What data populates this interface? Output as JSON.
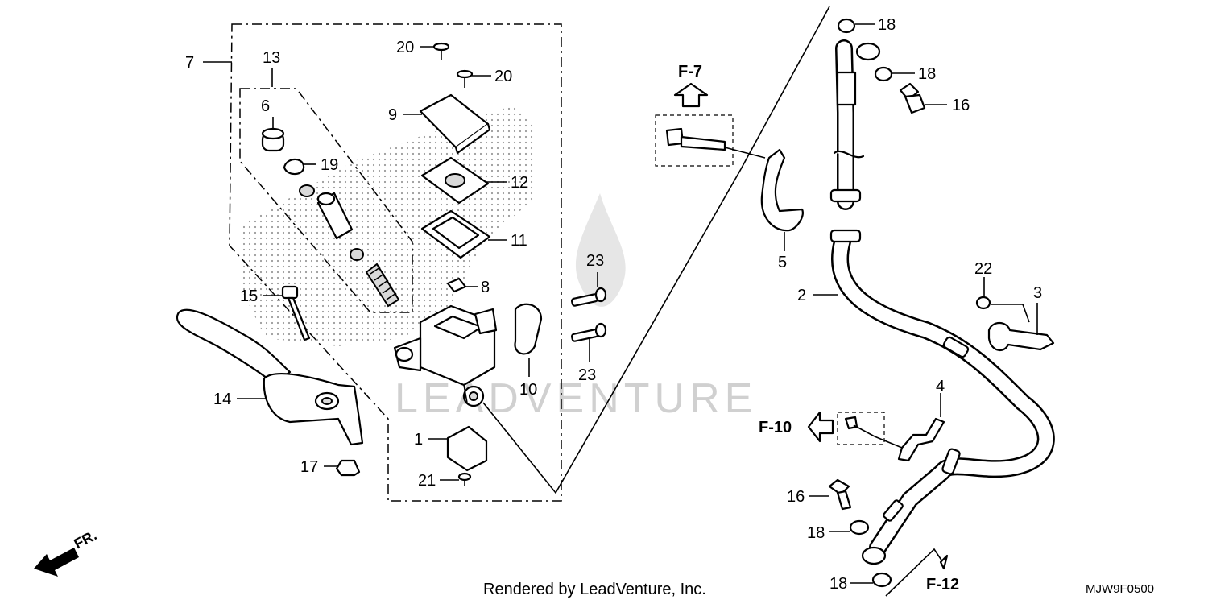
{
  "diagram": {
    "watermark_text": "LEADVENTURE",
    "footer_text": "Rendered by LeadVenture, Inc.",
    "diagram_code": "MJW9F0500",
    "direction_label": "FR.",
    "section_refs": [
      "F-7",
      "F-10",
      "F-12"
    ],
    "callouts": {
      "c7": "7",
      "c13": "13",
      "c6": "6",
      "c19": "19",
      "c15": "15",
      "c14": "14",
      "c17": "17",
      "c20a": "20",
      "c20b": "20",
      "c9": "9",
      "c12": "12",
      "c11": "11",
      "c8": "8",
      "c10": "10",
      "c1": "1",
      "c21": "21",
      "c23a": "23",
      "c23b": "23",
      "c5": "5",
      "c2": "2",
      "c18a": "18",
      "c18b": "18",
      "c16a": "16",
      "c22": "22",
      "c3": "3",
      "c4": "4",
      "c16b": "16",
      "c18c": "18",
      "c18d": "18"
    }
  }
}
